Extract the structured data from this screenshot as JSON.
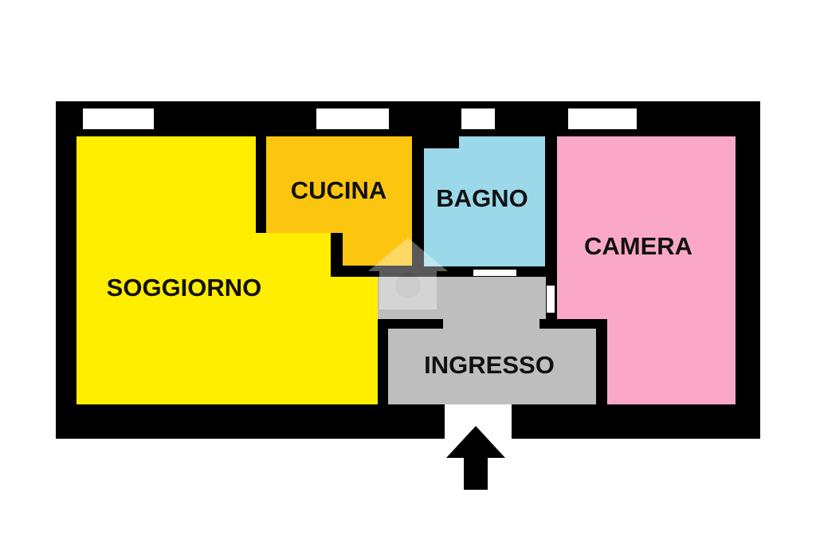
{
  "plan": {
    "rooms": [
      {
        "key": "soggiorno",
        "label": "SOGGIORNO",
        "color": "#FFEE00"
      },
      {
        "key": "cucina",
        "label": "CUCINA",
        "color": "#FCC50F"
      },
      {
        "key": "bagno",
        "label": "BAGNO",
        "color": "#9BD9EA"
      },
      {
        "key": "camera",
        "label": "CAMERA",
        "color": "#FBA8C8"
      },
      {
        "key": "ingresso",
        "label": "INGRESSO",
        "color": "#BEBEBE"
      }
    ],
    "colors": {
      "wall": "#000000",
      "window": "#ffffff",
      "arrow": "#000000"
    },
    "icons": {
      "entrance": "arrow-up-icon",
      "watermark": "house-watermark-icon"
    }
  }
}
